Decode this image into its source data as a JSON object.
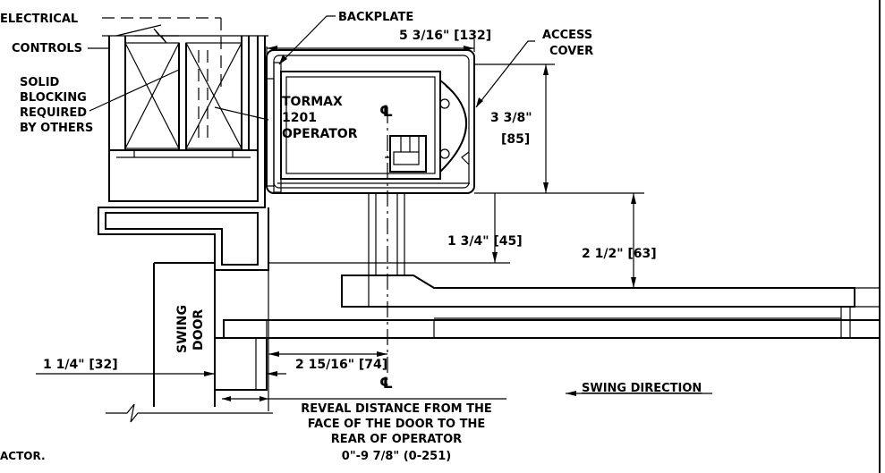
{
  "labels": {
    "electrical": "ELECTRICAL",
    "controls": "CONTROLS",
    "solid_blocking_1": "SOLID",
    "solid_blocking_2": "BLOCKING",
    "solid_blocking_3": "REQUIRED",
    "solid_blocking_4": "BY OTHERS",
    "backplate": "BACKPLATE",
    "access_cover_1": "ACCESS",
    "access_cover_2": "COVER",
    "operator_1": "TORMAX",
    "operator_2": "1201",
    "operator_3": "OPERATOR",
    "centerline_top": "℄",
    "centerline_bottom": "℄",
    "swing_door_1": "SWING",
    "swing_door_2": "DOOR",
    "swing_direction": "SWING DIRECTION",
    "reveal_1": "REVEAL DISTANCE FROM THE",
    "reveal_2": "FACE OF THE DOOR TO THE",
    "reveal_3": "REAR OF OPERATOR",
    "reveal_4": "0\"-9 7/8\" (0-251)",
    "footnote_fragment": "ACTOR."
  },
  "dimensions": {
    "width_top": "5 3/16\" [132]",
    "height_right_1": "3 3/8\"",
    "height_right_2": "[85]",
    "gap_1_3_4": "1 3/4\" [45]",
    "gap_2_1_2": "2 1/2\" [63]",
    "door_1_1_4": "1 1/4\" [32]",
    "offset_2_15_16": "2 15/16\" [74]"
  }
}
